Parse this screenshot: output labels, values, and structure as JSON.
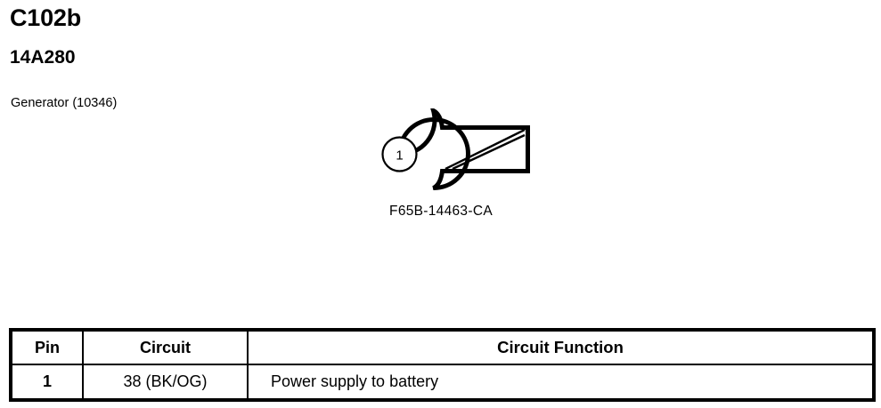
{
  "header": {
    "connector_id": "C102b",
    "part_number": "14A280",
    "component_name": "Generator (10346)"
  },
  "connector": {
    "terminal_part_number": "F65B-14463-CA",
    "pin_label": "1",
    "shape": "ring-terminal",
    "stroke_color": "#000000",
    "fill_color": "#ffffff"
  },
  "table": {
    "columns": [
      {
        "key": "pin",
        "label": "Pin"
      },
      {
        "key": "circuit",
        "label": "Circuit"
      },
      {
        "key": "function",
        "label": "Circuit Function"
      }
    ],
    "rows": [
      {
        "pin": "1",
        "circuit": "38 (BK/OG)",
        "function": "Power supply to battery"
      }
    ]
  }
}
